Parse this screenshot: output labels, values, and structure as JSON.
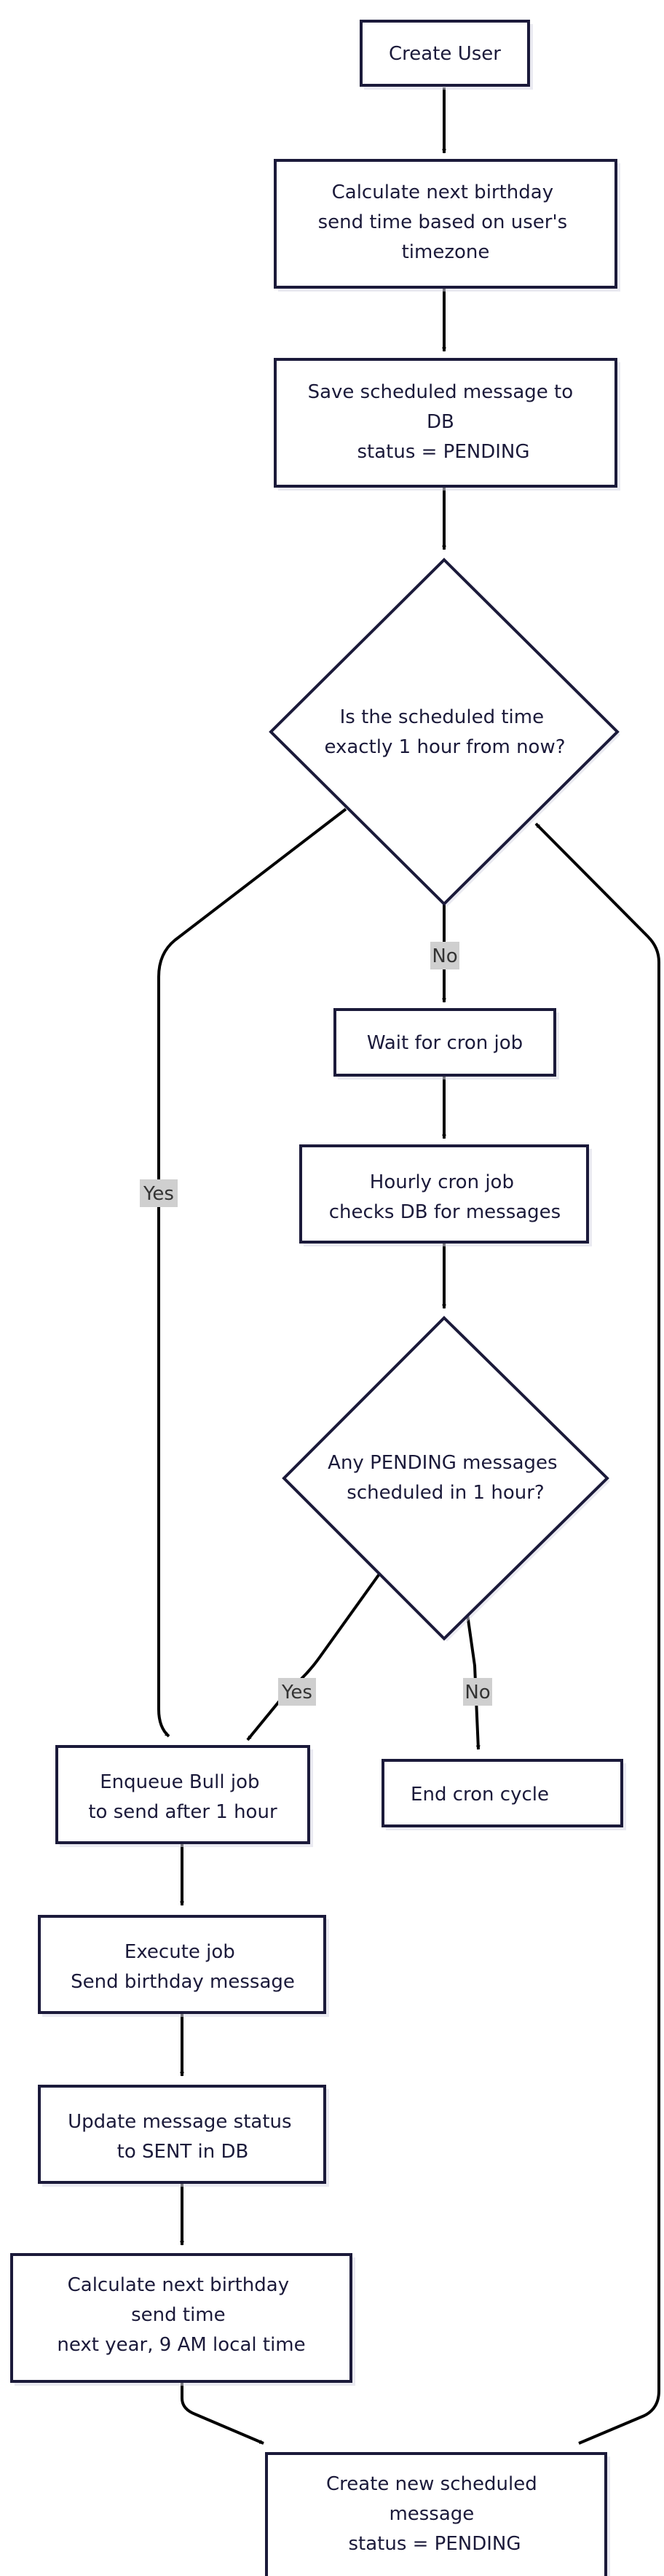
{
  "nodes": {
    "create_user": [
      "Create User"
    ],
    "calc_birthday": [
      "Calculate next birthday",
      "send time based on user's",
      "timezone"
    ],
    "save_message": [
      "Save scheduled message to",
      "DB",
      "status = PENDING"
    ],
    "decision_hour": [
      "Is the scheduled time",
      "exactly 1 hour from now?"
    ],
    "wait_cron": [
      "Wait for cron job"
    ],
    "hourly_cron": [
      "Hourly cron job",
      "checks DB for messages"
    ],
    "decision_pending": [
      "Any PENDING messages",
      "scheduled in 1 hour?"
    ],
    "enqueue_job": [
      "Enqueue Bull job",
      "to send after 1 hour"
    ],
    "end_cron": [
      "End cron cycle"
    ],
    "execute_job": [
      "Execute job",
      "Send birthday message"
    ],
    "update_status": [
      "Update message status",
      "to SENT in DB"
    ],
    "calc_next_year": [
      "Calculate next birthday",
      "send time",
      "next year, 9 AM local time"
    ],
    "create_new_message": [
      "Create new scheduled",
      "message",
      "status = PENDING"
    ]
  },
  "edge_labels": {
    "decision_hour_no": "No",
    "decision_hour_yes": "Yes",
    "decision_pending_yes": "Yes",
    "decision_pending_no": "No"
  },
  "colors": {
    "node_border": "#1b1a3a",
    "node_fill": "#ffffff",
    "edge": "#000000",
    "label_background": "#cfcfcf"
  }
}
